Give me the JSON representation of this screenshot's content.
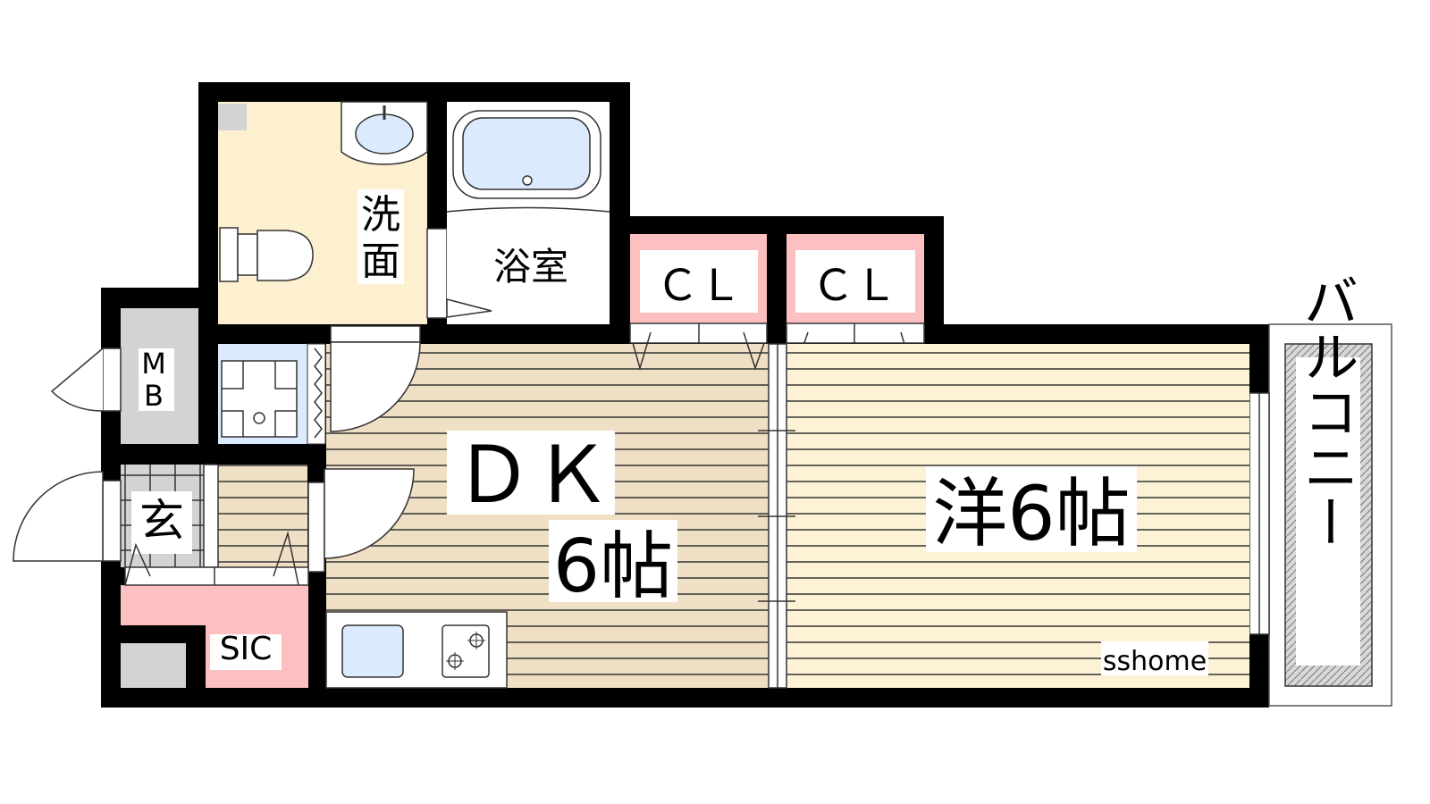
{
  "floorplan": {
    "rooms": {
      "washroom": "洗面",
      "bathroom": "浴室",
      "closet_1": "ＣＬ",
      "closet_2": "ＣＬ",
      "dining_kitchen": "ＤＫ",
      "dining_kitchen_size": "6帖",
      "western_room": "洋6帖",
      "balcony": "バルコニー",
      "meter_box": "MB",
      "entrance": "玄",
      "shoe_closet": "SIC"
    },
    "watermark": "sshome",
    "colors": {
      "wall": "#000000",
      "washroom_floor": "#fdf0d0",
      "dk_floor": "#efdfc4",
      "western_floor": "#fdf2d6",
      "closet": "#fdc0c0",
      "fixture_blue": "#dbeafc",
      "gray": "#d3d3d3"
    }
  }
}
